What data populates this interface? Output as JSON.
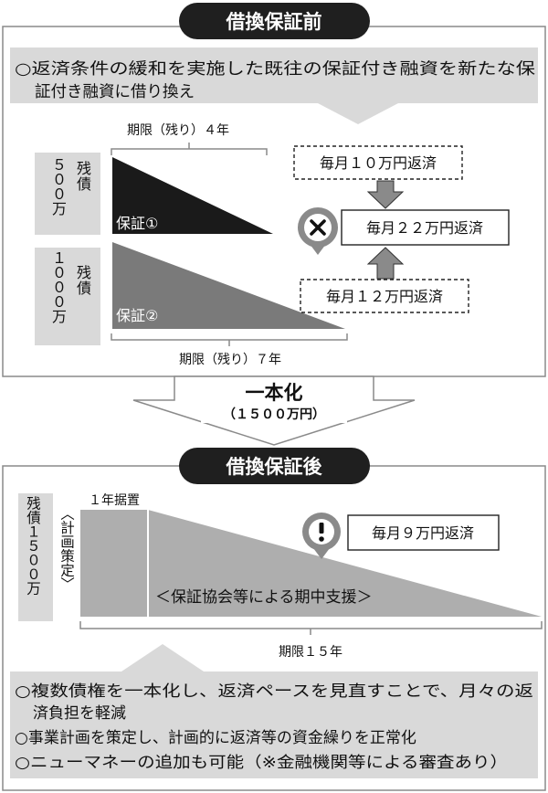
{
  "before": {
    "pill_label": "借換保証前",
    "description": "○返済条件の緩和を実施した既往の保証付き融資を新たな保証付き融資に借り換え",
    "description_line1": "○返済条件の緩和を実施した既往の保証付き融資を新たな保",
    "description_line2": "証付き融資に借り換え",
    "loan1": {
      "balance_label": "残債",
      "balance_amount": "５００万",
      "guarantee_label": "保証①",
      "term_label": "期限（残り）４年",
      "repayment": "毎月１０万円返済"
    },
    "loan2": {
      "balance_label": "残債",
      "balance_amount": "１０００万",
      "guarantee_label": "保証②",
      "term_label": "期限（残り）７年",
      "repayment": "毎月１２万円返済"
    },
    "combined_repayment": "毎月２２万円返済",
    "status_icon": "cross-icon"
  },
  "transition": {
    "title": "一本化",
    "amount": "（１５００万円）"
  },
  "after": {
    "pill_label": "借換保証後",
    "balance_label": "残債１５００万",
    "grace_label": "１年据置",
    "plan_label": "〈計画策定〉",
    "support_label": "＜保証協会等による期中支援＞",
    "repayment": "毎月９万円返済",
    "term_label": "期限１５年",
    "status_icon": "exclamation-icon",
    "benefits": [
      "○複数債権を一本化し、返済ペースを見直すことで、月々の返済負担を軽減",
      "○事業計画を策定し、計画的に返済等の資金繰りを正常化",
      "○ニューマネーの追加も可能（※金融機関等による審査あり）"
    ],
    "benefit1_line1": "○複数債権を一本化し、返済ペースを見直すことで、月々の返",
    "benefit1_line2": "済負担を軽減"
  },
  "colors": {
    "pill_bg": "#1f1f1f",
    "panel_bg": "#d9d9d9",
    "triangle_dark": "#1a1a1a",
    "triangle_mid": "#7a7a7a",
    "after_area": "#aeaeae",
    "arrow_fill": "#8a8a8a",
    "frame": "#8a8a8a"
  }
}
